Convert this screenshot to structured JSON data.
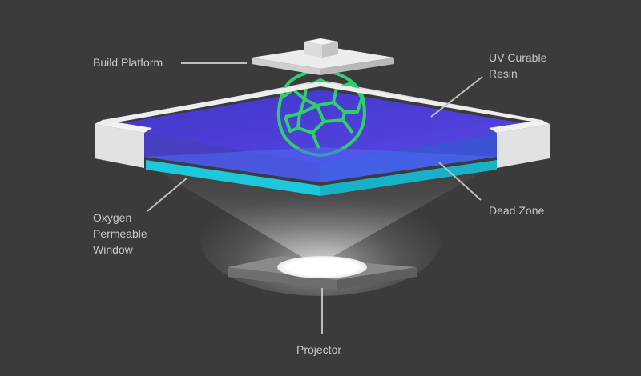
{
  "diagram": {
    "labels": {
      "build_platform": "Build Platform",
      "uv_resin": [
        "UV Curable",
        "Resin"
      ],
      "dead_zone": "Dead Zone",
      "oxygen_window": [
        "Oxygen",
        "Permeable",
        "Window"
      ],
      "projector": "Projector"
    },
    "colors": {
      "background": "#3b3b3b",
      "resin": "#4a3fd6",
      "window": "#1ec8dc",
      "object_mesh": "#2fd06a",
      "frame": "#e8e8e8",
      "leader_lines": "#bdbdbd",
      "label_text": "#c8c8c8"
    }
  }
}
